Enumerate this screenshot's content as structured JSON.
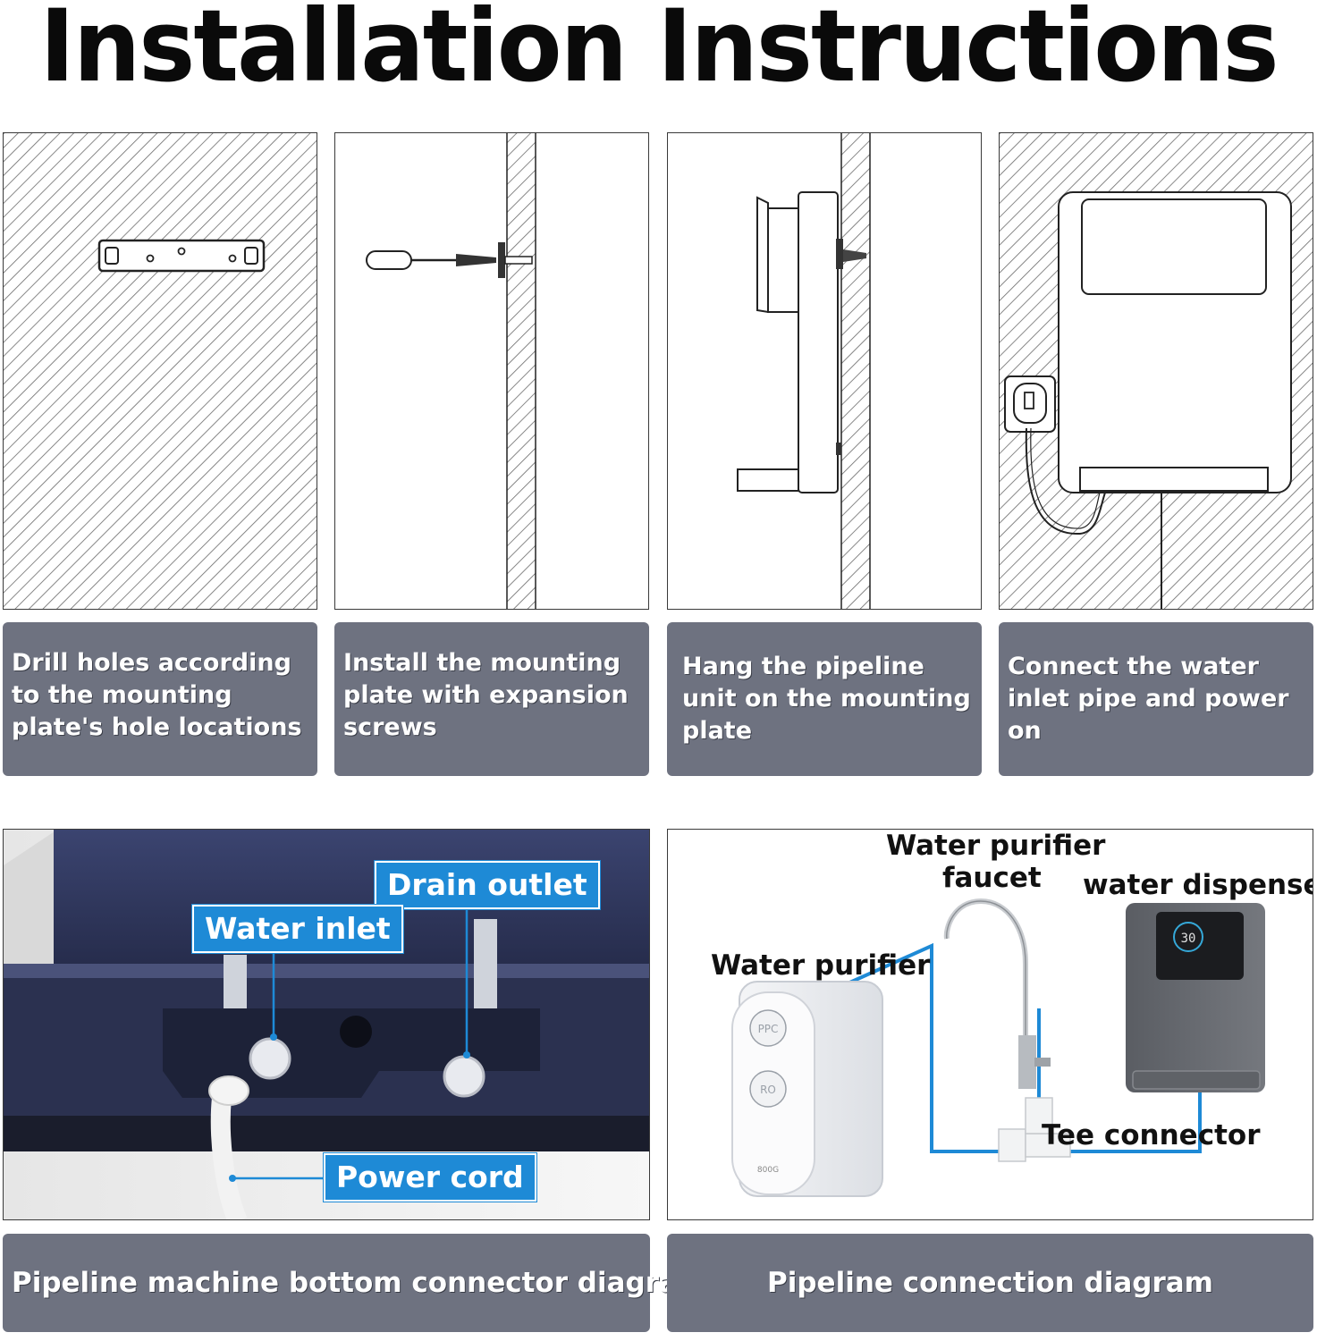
{
  "title": "Installation Instructions",
  "steps": [
    {
      "caption": "Drill holes according to the mounting plate's hole locations"
    },
    {
      "caption": "Install the mounting plate with expansion screws"
    },
    {
      "caption": "Hang the pipeline unit on the mounting plate"
    },
    {
      "caption": "Connect the water inlet pipe and power on"
    }
  ],
  "bottom_connector": {
    "caption": "Pipeline machine bottom connector diagram",
    "labels": {
      "drain_outlet": "Drain outlet",
      "water_inlet": "Water inlet",
      "power_cord": "Power cord"
    }
  },
  "pipeline_connection": {
    "caption": "Pipeline connection diagram",
    "labels": {
      "faucet_line1": "Water purifier",
      "faucet_line2": "faucet",
      "dispenser": "water dispenser",
      "purifier": "Water purifier",
      "tee": "Tee connector"
    },
    "purifier_markings": {
      "filter1": "PPC",
      "filter2": "RO",
      "model": "800G"
    },
    "dispenser_display": "30"
  },
  "colors": {
    "caption_bg": "#6e7280",
    "callout_bg": "#1e8ad6",
    "pipe": "#1e8ad6"
  }
}
